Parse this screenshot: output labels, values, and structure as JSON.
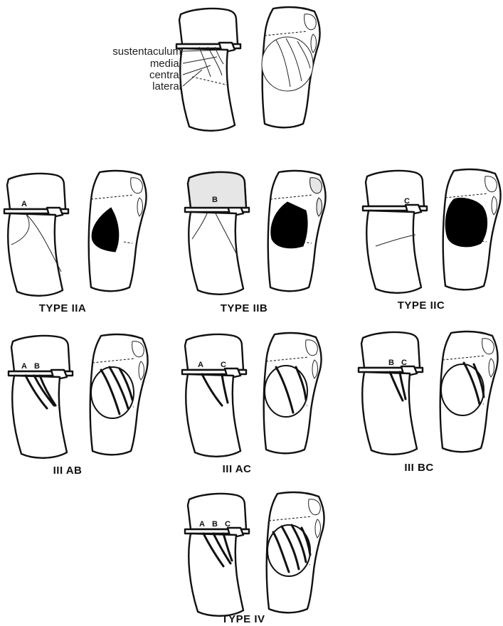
{
  "colors": {
    "ink": "#111111",
    "shade": "#e6e6e6",
    "fill": "#000000"
  },
  "legend": {
    "sustentaculum": "sustentaculum",
    "medial": "medial",
    "central": "central",
    "lateral": "lateral"
  },
  "panels": {
    "ref": {
      "caption": "",
      "letters": []
    },
    "p2a": {
      "caption": "TYPE IIA",
      "letters": [
        "A"
      ]
    },
    "p2b": {
      "caption": "TYPE IIB",
      "letters": [
        "B"
      ]
    },
    "p2c": {
      "caption": "TYPE IIC",
      "letters": [
        "C"
      ]
    },
    "p3ab": {
      "caption": "III  AB",
      "letters": [
        "A",
        "B"
      ]
    },
    "p3ac": {
      "caption": "III  AC",
      "letters": [
        "A",
        "C"
      ]
    },
    "p3bc": {
      "caption": "III  BC",
      "letters": [
        "B",
        "C"
      ]
    },
    "p4": {
      "caption": "TYPE IV",
      "letters": [
        "A",
        "B",
        "C"
      ]
    }
  }
}
